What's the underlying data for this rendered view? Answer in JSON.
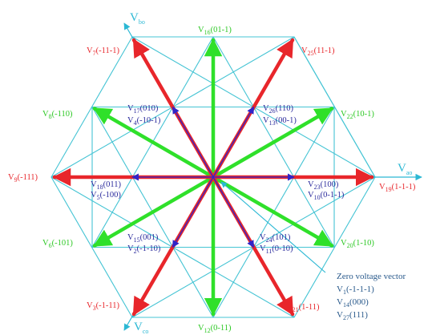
{
  "colors": {
    "hexagon": "#45c4d4",
    "large": "#e8262b",
    "medium": "#2fe02a",
    "small": "#3025c8",
    "axis": "#2bb8d4",
    "label_red": "#e8262b",
    "label_green": "#2cc823",
    "label_blue": "#2a2a9c",
    "zero_text": "#2a5a8c",
    "zero_pointer": "#2bb8d4"
  },
  "axes": {
    "vao": {
      "main": "V",
      "sub": "ao"
    },
    "vbo": {
      "main": "V",
      "sub": "bo"
    },
    "vco": {
      "main": "V",
      "sub": "co"
    }
  },
  "labels": {
    "v7": {
      "main": "V",
      "sub": "7",
      "rest": "(-11-1)"
    },
    "v25": {
      "main": "V",
      "sub": "25",
      "rest": "(11-1)"
    },
    "v9": {
      "main": "V",
      "sub": "9",
      "rest": "(-111)"
    },
    "v19": {
      "main": "V",
      "sub": "19",
      "rest": "(1-1-1)"
    },
    "v3": {
      "main": "V",
      "sub": "3",
      "rest": "(-1-11)"
    },
    "v21": {
      "main": "V",
      "sub": "21",
      "rest": "(1-11)"
    },
    "v16": {
      "main": "V",
      "sub": "16",
      "rest": "(01-1)"
    },
    "v22": {
      "main": "V",
      "sub": "22",
      "rest": "(10-1)"
    },
    "v8": {
      "main": "V",
      "sub": "8",
      "rest": "(-110)"
    },
    "v20": {
      "main": "V",
      "sub": "20",
      "rest": "(1-10)"
    },
    "v6": {
      "main": "V",
      "sub": "6",
      "rest": "(-101)"
    },
    "v12": {
      "main": "V",
      "sub": "12",
      "rest": "(0-11)"
    },
    "v17": {
      "main": "V",
      "sub": "17",
      "rest": "(010)"
    },
    "v4": {
      "main": "V",
      "sub": "4",
      "rest": "(-10-1)"
    },
    "v26": {
      "main": "V",
      "sub": "26",
      "rest": "(110)"
    },
    "v13": {
      "main": "V",
      "sub": "13",
      "rest": "(00-1)"
    },
    "v18": {
      "main": "V",
      "sub": "18",
      "rest": "(011)"
    },
    "v5": {
      "main": "V",
      "sub": "5",
      "rest": "(-100)"
    },
    "v23": {
      "main": "V",
      "sub": "23",
      "rest": "(100)"
    },
    "v10": {
      "main": "V",
      "sub": "10",
      "rest": "(0-1-1)"
    },
    "v15": {
      "main": "V",
      "sub": "15",
      "rest": "(001)"
    },
    "v2": {
      "main": "V",
      "sub": "2",
      "rest": "(-1-10)"
    },
    "v24": {
      "main": "V",
      "sub": "24",
      "rest": "(101)"
    },
    "v11": {
      "main": "V",
      "sub": "11",
      "rest": "(0-10)"
    }
  },
  "zero_vectors": {
    "title": "Zero voltage vector",
    "v1": {
      "main": "V",
      "sub": "1",
      "rest": "(-1-1-1)"
    },
    "v14": {
      "main": "V",
      "sub": "14",
      "rest": "(000)"
    },
    "v27": {
      "main": "V",
      "sub": "27",
      "rest": "(111)"
    }
  }
}
